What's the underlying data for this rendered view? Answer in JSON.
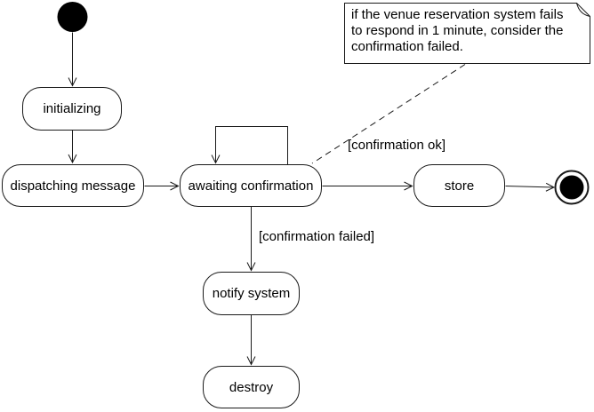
{
  "diagram": {
    "kind": "uml-state-diagram",
    "colors": {
      "background": "#ffffff",
      "stroke": "#1a1a1a",
      "state_fill": "#ffffff",
      "pseudostate_fill": "#000000",
      "text": "#000000"
    },
    "pseudostates": [
      {
        "type": "initial"
      },
      {
        "type": "final"
      }
    ],
    "states": {
      "initializing": {
        "label": "initializing"
      },
      "dispatching_message": {
        "label": "dispatching message"
      },
      "awaiting_confirmation": {
        "label": "awaiting confirmation"
      },
      "store": {
        "label": "store"
      },
      "notify_system": {
        "label": "notify system"
      },
      "destroy": {
        "label": "destroy"
      }
    },
    "transitions": [
      {
        "from": "initial",
        "to": "initializing",
        "label": ""
      },
      {
        "from": "initializing",
        "to": "dispatching message",
        "label": ""
      },
      {
        "from": "dispatching message",
        "to": "awaiting confirmation",
        "label": ""
      },
      {
        "from": "awaiting confirmation",
        "to": "awaiting confirmation",
        "label": ""
      },
      {
        "from": "awaiting confirmation",
        "to": "store",
        "label": "[confirmation ok]"
      },
      {
        "from": "awaiting confirmation",
        "to": "notify system",
        "label": "[confirmation failed]"
      },
      {
        "from": "store",
        "to": "final",
        "label": ""
      },
      {
        "from": "notify system",
        "to": "destroy",
        "label": ""
      }
    ],
    "note": {
      "attached_to": "awaiting confirmation",
      "lines": [
        "if the venue reservation system fails",
        "to respond in 1 minute, consider the",
        "confirmation failed."
      ]
    }
  }
}
